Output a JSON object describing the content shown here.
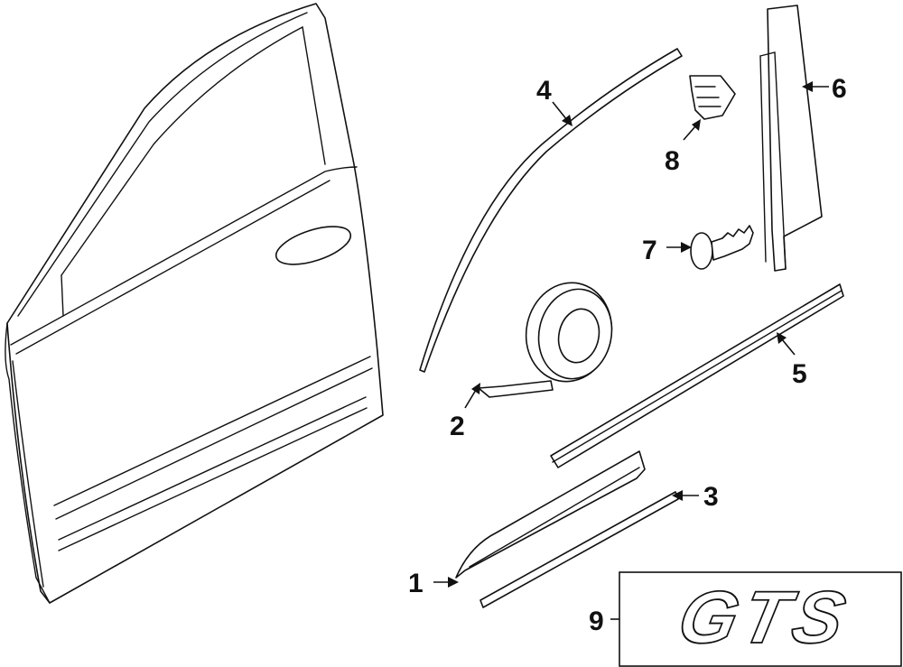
{
  "callouts": [
    {
      "id": "1",
      "label": "1"
    },
    {
      "id": "2",
      "label": "2"
    },
    {
      "id": "3",
      "label": "3"
    },
    {
      "id": "4",
      "label": "4"
    },
    {
      "id": "5",
      "label": "5"
    },
    {
      "id": "6",
      "label": "6"
    },
    {
      "id": "7",
      "label": "7"
    },
    {
      "id": "8",
      "label": "8"
    },
    {
      "id": "9",
      "label": "9"
    }
  ],
  "badge": {
    "text": "GTS"
  },
  "colors": {
    "line": "#111111",
    "background": "#ffffff"
  }
}
